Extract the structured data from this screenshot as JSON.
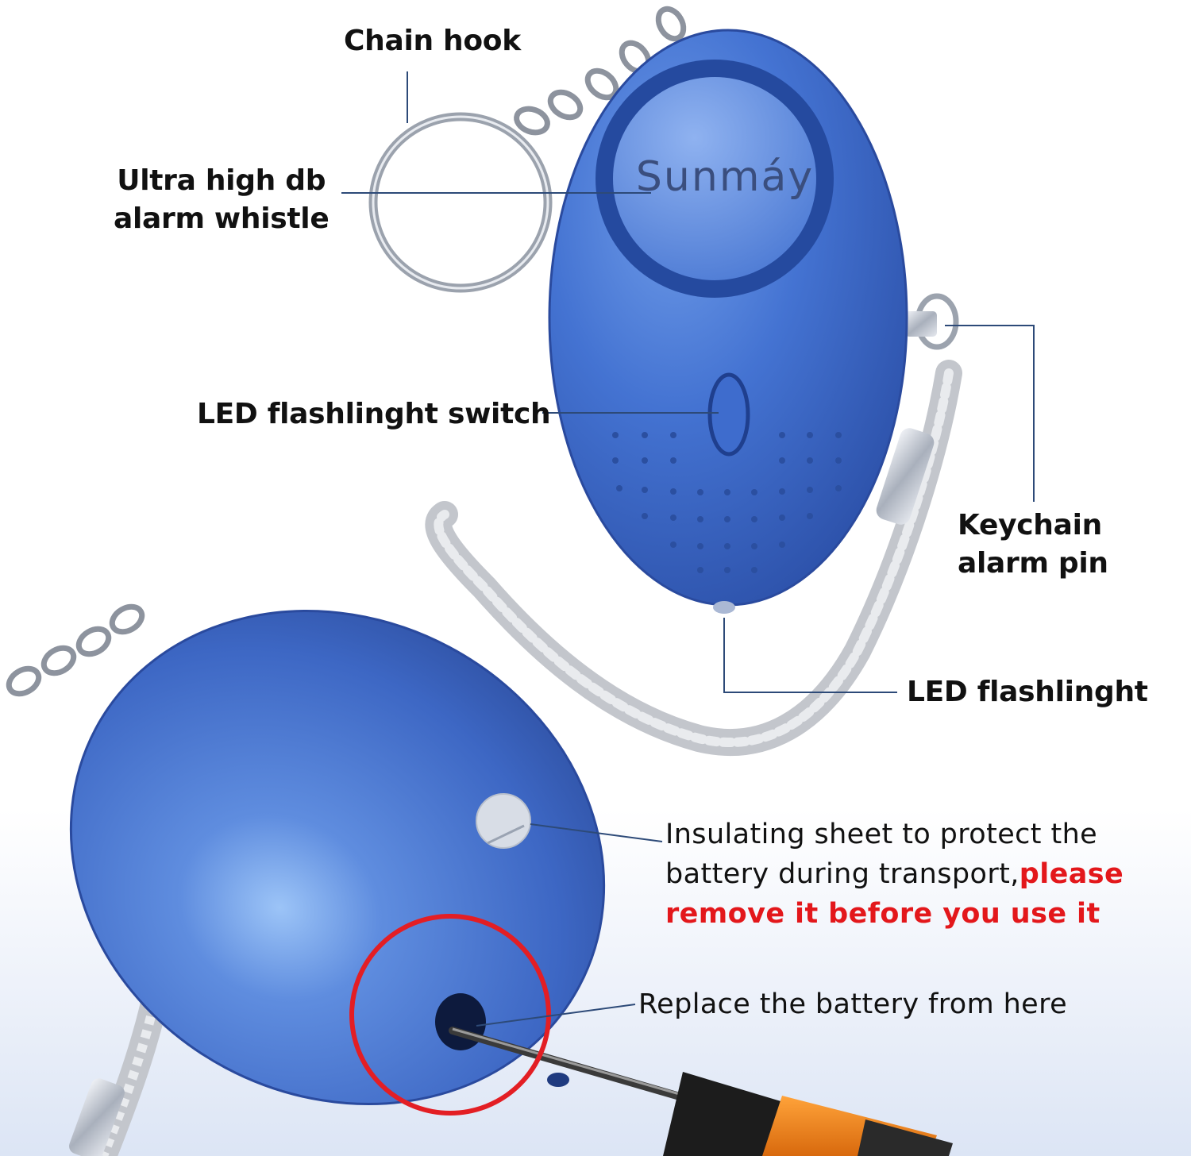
{
  "brand": "Sunmáy",
  "labels": {
    "chain_hook": "Chain hook",
    "whistle_line1": "Ultra high db",
    "whistle_line2": "alarm whistle",
    "switch": "LED flashlinght switch",
    "pin_line1": "Keychain",
    "pin_line2": "alarm pin",
    "flashlight": "LED flashlinght",
    "insulating_line1": "Insulating sheet to protect the",
    "insulating_line2": "battery during transport,",
    "insulating_warn1": "please",
    "insulating_warn2": "remove it before you use it",
    "battery": "Replace the battery from here"
  },
  "colors": {
    "device_blue": "#3f6fd0",
    "device_dark": "#2a4a9e",
    "leader_line": "#2d4a78",
    "warning_red": "#e3171b",
    "circle_red": "#e31e24",
    "screwdriver_orange": "#f28a1e"
  },
  "icons": {
    "keyring": "keyring-icon",
    "lanyard": "lanyard-icon",
    "screwdriver": "screwdriver-icon"
  }
}
